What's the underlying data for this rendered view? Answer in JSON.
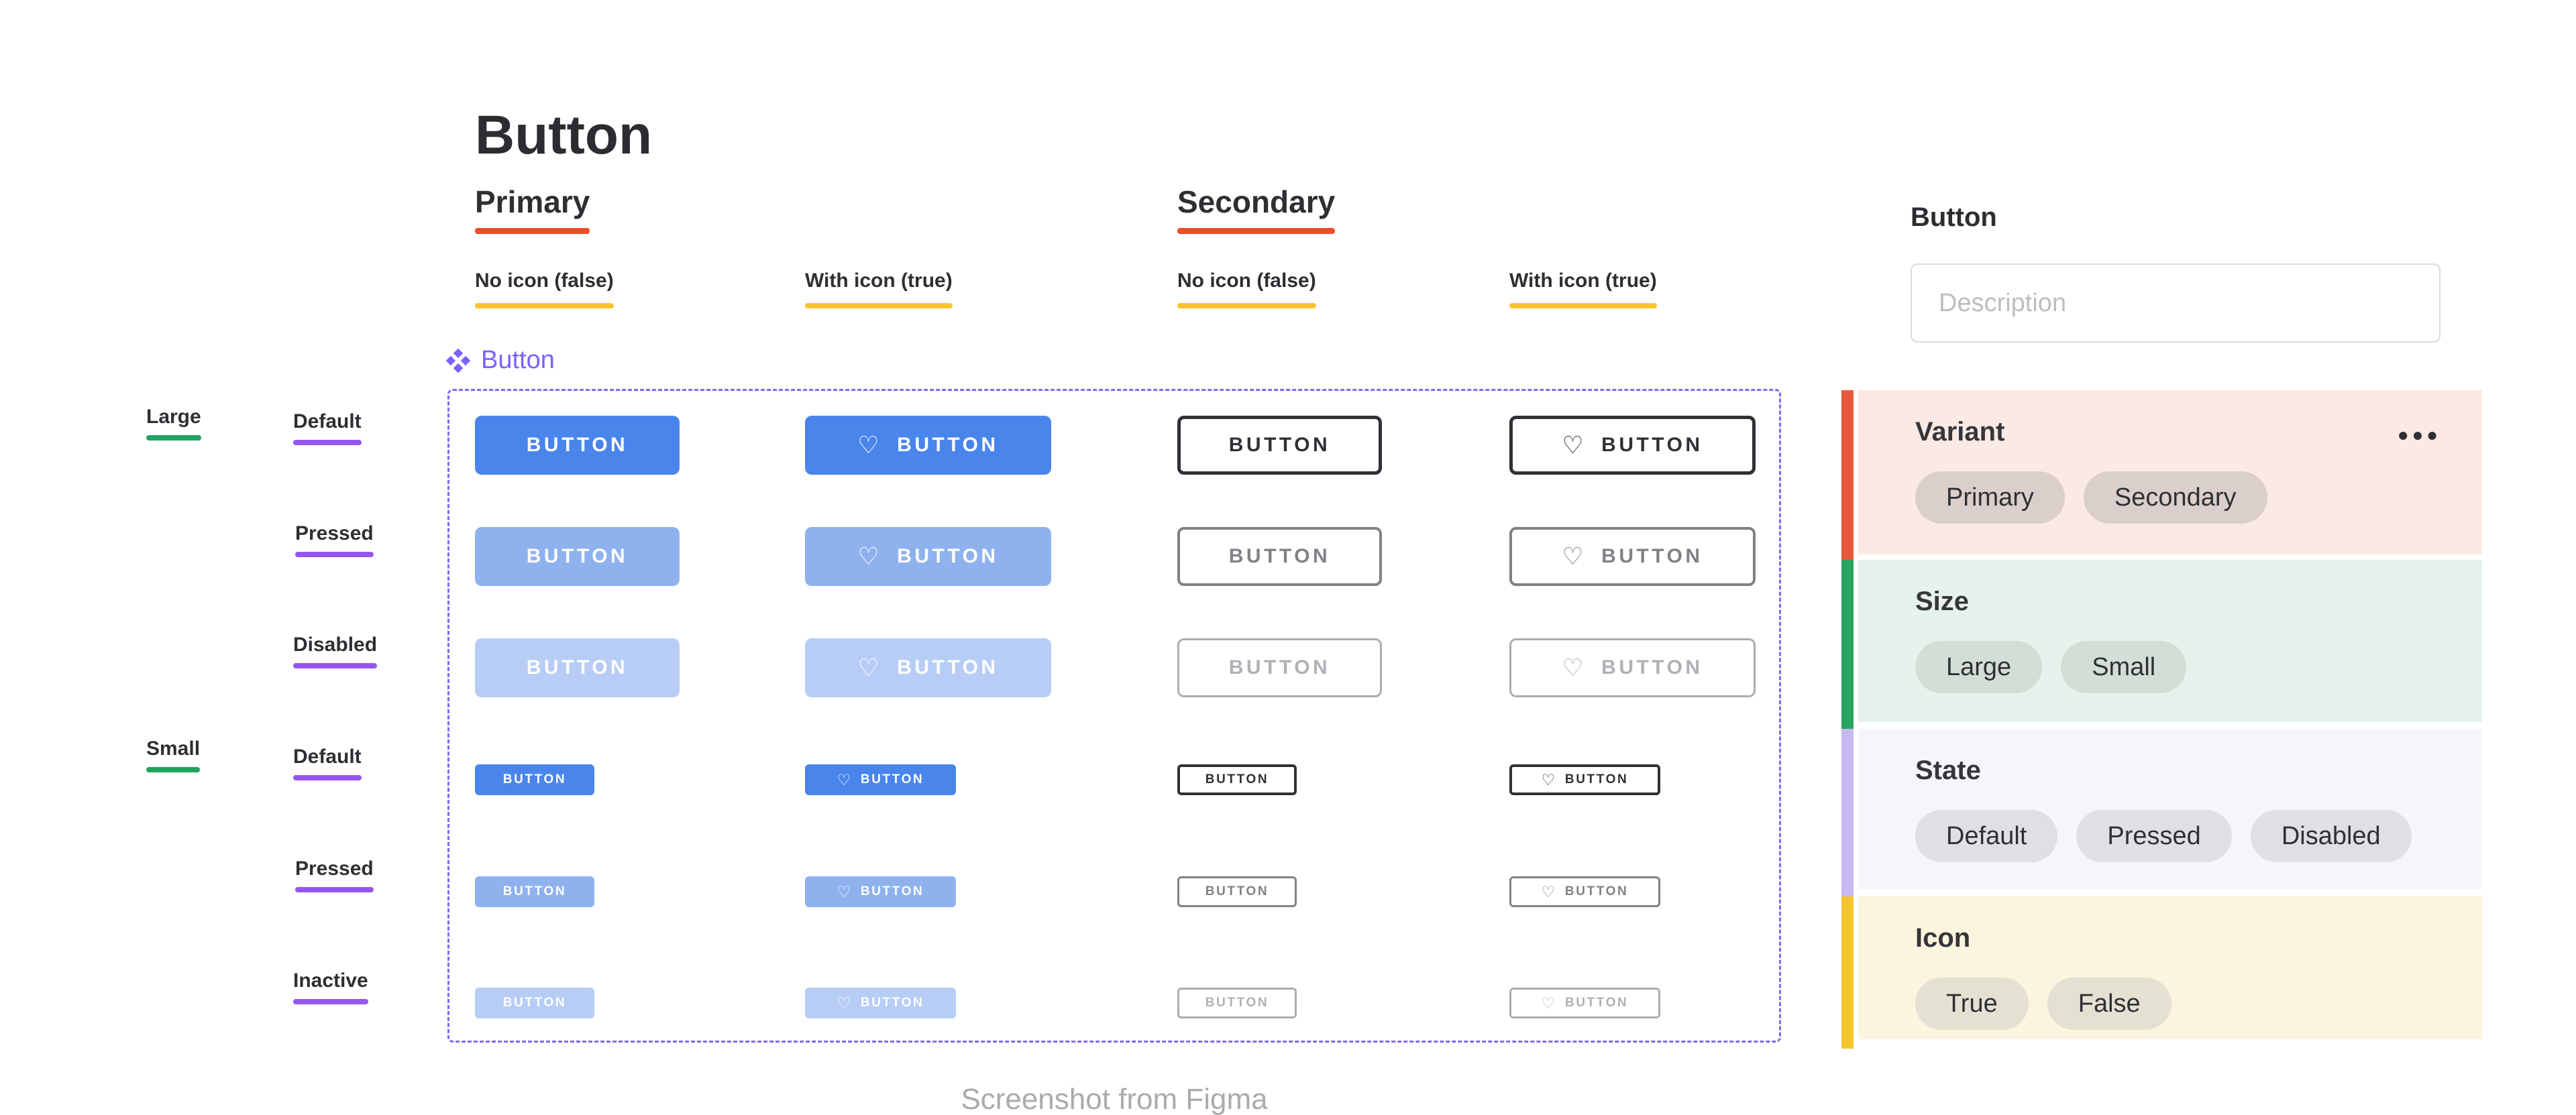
{
  "page": {
    "title": "Button",
    "caption": "Screenshot from Figma"
  },
  "catalog": {
    "component_label": "Button",
    "button_text": "BUTTON",
    "heart_glyph": "♡",
    "groups": [
      {
        "title": "Primary",
        "columns": [
          "No icon (false)",
          "With icon (true)"
        ]
      },
      {
        "title": "Secondary",
        "columns": [
          "No icon (false)",
          "With icon (true)"
        ]
      }
    ],
    "row_groups": [
      {
        "size": "Large",
        "states": [
          "Default",
          "Pressed",
          "Disabled"
        ]
      },
      {
        "size": "Small",
        "states": [
          "Default",
          "Pressed",
          "Inactive"
        ]
      }
    ]
  },
  "inspector": {
    "title": "Button",
    "description_placeholder": "Description",
    "more_glyph": "•••",
    "sections": [
      {
        "title": "Variant",
        "chips": [
          "Primary",
          "Secondary"
        ],
        "accent_color": "#E8593B",
        "bg_color": "#FBE9E4"
      },
      {
        "title": "Size",
        "chips": [
          "Large",
          "Small"
        ],
        "accent_color": "#27A561",
        "bg_color": "#E6F2EB"
      },
      {
        "title": "State",
        "chips": [
          "Default",
          "Pressed",
          "Disabled"
        ],
        "accent_color": "#C7B9F2",
        "bg_color": "#F5F5FA"
      },
      {
        "title": "Icon",
        "chips": [
          "True",
          "False"
        ],
        "accent_color": "#F6C52B",
        "bg_color": "#FBF5DF"
      }
    ]
  },
  "colors": {
    "primary_default": "#4A85EC",
    "primary_pressed": "#8FB2EF",
    "primary_disabled": "#B7CDF6",
    "secondary_default": "#303136",
    "secondary_pressed": "#7F8186",
    "secondary_disabled": "#ABADB2",
    "group_underline": "#EB4E2B",
    "column_underline": "#FCC32B",
    "size_underline": "#1FA55C",
    "state_underline": "#9656EE",
    "component_purple": "#7B61FF"
  }
}
